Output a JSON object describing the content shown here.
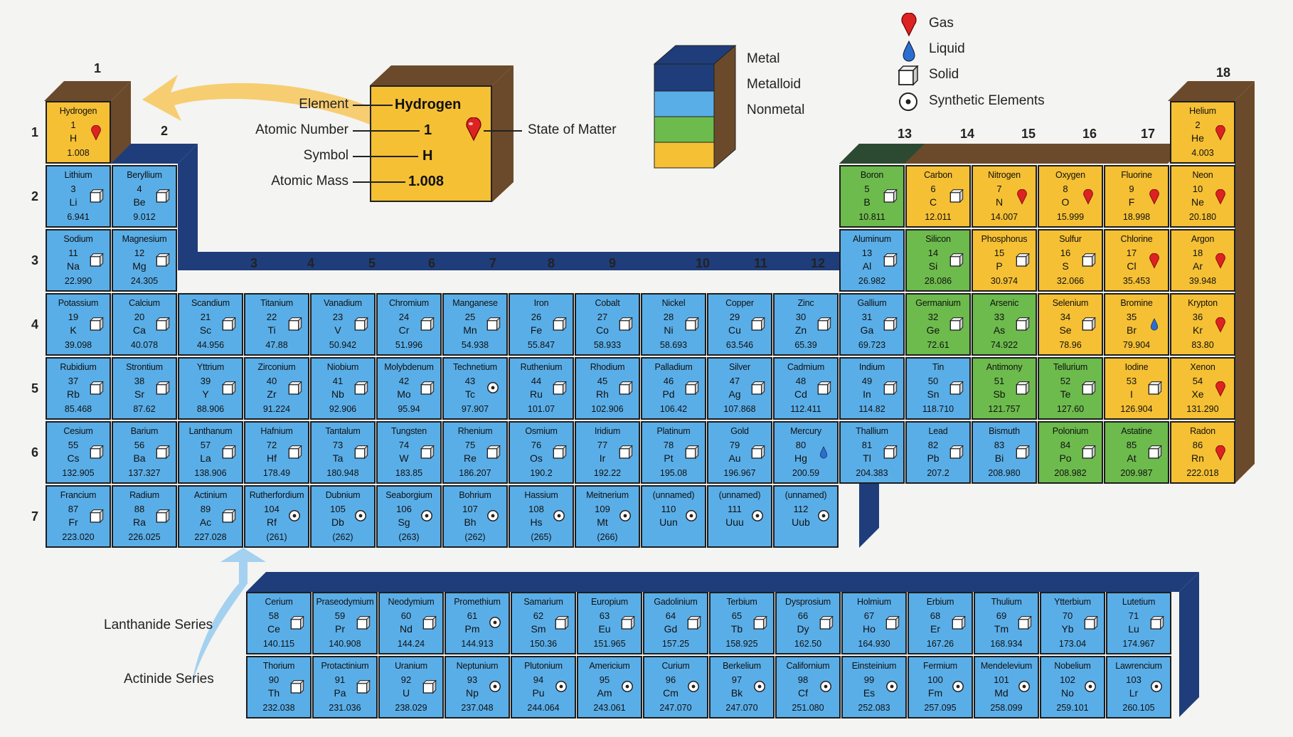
{
  "colors": {
    "metal": "#5aaee8",
    "metalloid": "#6dbb4d",
    "nonmetal": "#f5c034",
    "dark": "#1f3d7a",
    "side": "#6b4a2b"
  },
  "key": {
    "element_label": "Element",
    "element_value": "Hydrogen",
    "atomic_number_label": "Atomic Number",
    "atomic_number_value": "1",
    "symbol_label": "Symbol",
    "symbol_value": "H",
    "atomic_mass_label": "Atomic Mass",
    "atomic_mass_value": "1.008",
    "state_label": "State of Matter"
  },
  "legend_colors": {
    "metal": "Metal",
    "metalloid": "Metalloid",
    "nonmetal": "Nonmetal"
  },
  "legend_states": {
    "gas": "Gas",
    "liquid": "Liquid",
    "solid": "Solid",
    "synthetic": "Synthetic Elements"
  },
  "series": {
    "lanthanide": "Lanthanide Series",
    "actinide": "Actinide Series"
  },
  "groups": [
    "1",
    "2",
    "3",
    "4",
    "5",
    "6",
    "7",
    "8",
    "9",
    "10",
    "11",
    "12",
    "13",
    "14",
    "15",
    "16",
    "17",
    "18"
  ],
  "periods": [
    "1",
    "2",
    "3",
    "4",
    "5",
    "6",
    "7"
  ],
  "elements": [
    {
      "n": "Hydrogen",
      "z": "1",
      "s": "H",
      "m": "1.008",
      "g": 1,
      "p": 1,
      "c": "nonmetal",
      "st": "gas"
    },
    {
      "n": "Helium",
      "z": "2",
      "s": "He",
      "m": "4.003",
      "g": 18,
      "p": 1,
      "c": "nonmetal",
      "st": "gas"
    },
    {
      "n": "Lithium",
      "z": "3",
      "s": "Li",
      "m": "6.941",
      "g": 1,
      "p": 2,
      "c": "metal",
      "st": "solid"
    },
    {
      "n": "Beryllium",
      "z": "4",
      "s": "Be",
      "m": "9.012",
      "g": 2,
      "p": 2,
      "c": "metal",
      "st": "solid"
    },
    {
      "n": "Boron",
      "z": "5",
      "s": "B",
      "m": "10.811",
      "g": 13,
      "p": 2,
      "c": "green",
      "st": "solid"
    },
    {
      "n": "Carbon",
      "z": "6",
      "s": "C",
      "m": "12.011",
      "g": 14,
      "p": 2,
      "c": "nonmetal",
      "st": "solid"
    },
    {
      "n": "Nitrogen",
      "z": "7",
      "s": "N",
      "m": "14.007",
      "g": 15,
      "p": 2,
      "c": "nonmetal",
      "st": "gas"
    },
    {
      "n": "Oxygen",
      "z": "8",
      "s": "O",
      "m": "15.999",
      "g": 16,
      "p": 2,
      "c": "nonmetal",
      "st": "gas"
    },
    {
      "n": "Fluorine",
      "z": "9",
      "s": "F",
      "m": "18.998",
      "g": 17,
      "p": 2,
      "c": "nonmetal",
      "st": "gas"
    },
    {
      "n": "Neon",
      "z": "10",
      "s": "Ne",
      "m": "20.180",
      "g": 18,
      "p": 2,
      "c": "nonmetal",
      "st": "gas"
    },
    {
      "n": "Sodium",
      "z": "11",
      "s": "Na",
      "m": "22.990",
      "g": 1,
      "p": 3,
      "c": "metal",
      "st": "solid"
    },
    {
      "n": "Magnesium",
      "z": "12",
      "s": "Mg",
      "m": "24.305",
      "g": 2,
      "p": 3,
      "c": "metal",
      "st": "solid"
    },
    {
      "n": "Aluminum",
      "z": "13",
      "s": "Al",
      "m": "26.982",
      "g": 13,
      "p": 3,
      "c": "metal",
      "st": "solid"
    },
    {
      "n": "Silicon",
      "z": "14",
      "s": "Si",
      "m": "28.086",
      "g": 14,
      "p": 3,
      "c": "green",
      "st": "solid"
    },
    {
      "n": "Phosphorus",
      "z": "15",
      "s": "P",
      "m": "30.974",
      "g": 15,
      "p": 3,
      "c": "nonmetal",
      "st": "solid"
    },
    {
      "n": "Sulfur",
      "z": "16",
      "s": "S",
      "m": "32.066",
      "g": 16,
      "p": 3,
      "c": "nonmetal",
      "st": "solid"
    },
    {
      "n": "Chlorine",
      "z": "17",
      "s": "Cl",
      "m": "35.453",
      "g": 17,
      "p": 3,
      "c": "nonmetal",
      "st": "gas"
    },
    {
      "n": "Argon",
      "z": "18",
      "s": "Ar",
      "m": "39.948",
      "g": 18,
      "p": 3,
      "c": "nonmetal",
      "st": "gas"
    },
    {
      "n": "Potassium",
      "z": "19",
      "s": "K",
      "m": "39.098",
      "g": 1,
      "p": 4,
      "c": "metal",
      "st": "solid"
    },
    {
      "n": "Calcium",
      "z": "20",
      "s": "Ca",
      "m": "40.078",
      "g": 2,
      "p": 4,
      "c": "metal",
      "st": "solid"
    },
    {
      "n": "Scandium",
      "z": "21",
      "s": "Sc",
      "m": "44.956",
      "g": 3,
      "p": 4,
      "c": "metal",
      "st": "solid"
    },
    {
      "n": "Titanium",
      "z": "22",
      "s": "Ti",
      "m": "47.88",
      "g": 4,
      "p": 4,
      "c": "metal",
      "st": "solid"
    },
    {
      "n": "Vanadium",
      "z": "23",
      "s": "V",
      "m": "50.942",
      "g": 5,
      "p": 4,
      "c": "metal",
      "st": "solid"
    },
    {
      "n": "Chromium",
      "z": "24",
      "s": "Cr",
      "m": "51.996",
      "g": 6,
      "p": 4,
      "c": "metal",
      "st": "solid"
    },
    {
      "n": "Manganese",
      "z": "25",
      "s": "Mn",
      "m": "54.938",
      "g": 7,
      "p": 4,
      "c": "metal",
      "st": "solid"
    },
    {
      "n": "Iron",
      "z": "26",
      "s": "Fe",
      "m": "55.847",
      "g": 8,
      "p": 4,
      "c": "metal",
      "st": "solid"
    },
    {
      "n": "Cobalt",
      "z": "27",
      "s": "Co",
      "m": "58.933",
      "g": 9,
      "p": 4,
      "c": "metal",
      "st": "solid"
    },
    {
      "n": "Nickel",
      "z": "28",
      "s": "Ni",
      "m": "58.693",
      "g": 10,
      "p": 4,
      "c": "metal",
      "st": "solid"
    },
    {
      "n": "Copper",
      "z": "29",
      "s": "Cu",
      "m": "63.546",
      "g": 11,
      "p": 4,
      "c": "metal",
      "st": "solid"
    },
    {
      "n": "Zinc",
      "z": "30",
      "s": "Zn",
      "m": "65.39",
      "g": 12,
      "p": 4,
      "c": "metal",
      "st": "solid"
    },
    {
      "n": "Gallium",
      "z": "31",
      "s": "Ga",
      "m": "69.723",
      "g": 13,
      "p": 4,
      "c": "metal",
      "st": "solid"
    },
    {
      "n": "Germanium",
      "z": "32",
      "s": "Ge",
      "m": "72.61",
      "g": 14,
      "p": 4,
      "c": "green",
      "st": "solid"
    },
    {
      "n": "Arsenic",
      "z": "33",
      "s": "As",
      "m": "74.922",
      "g": 15,
      "p": 4,
      "c": "green",
      "st": "solid"
    },
    {
      "n": "Selenium",
      "z": "34",
      "s": "Se",
      "m": "78.96",
      "g": 16,
      "p": 4,
      "c": "nonmetal",
      "st": "solid"
    },
    {
      "n": "Bromine",
      "z": "35",
      "s": "Br",
      "m": "79.904",
      "g": 17,
      "p": 4,
      "c": "nonmetal",
      "st": "liquid"
    },
    {
      "n": "Krypton",
      "z": "36",
      "s": "Kr",
      "m": "83.80",
      "g": 18,
      "p": 4,
      "c": "nonmetal",
      "st": "gas"
    },
    {
      "n": "Rubidium",
      "z": "37",
      "s": "Rb",
      "m": "85.468",
      "g": 1,
      "p": 5,
      "c": "metal",
      "st": "solid"
    },
    {
      "n": "Strontium",
      "z": "38",
      "s": "Sr",
      "m": "87.62",
      "g": 2,
      "p": 5,
      "c": "metal",
      "st": "solid"
    },
    {
      "n": "Yttrium",
      "z": "39",
      "s": "Y",
      "m": "88.906",
      "g": 3,
      "p": 5,
      "c": "metal",
      "st": "solid"
    },
    {
      "n": "Zirconium",
      "z": "40",
      "s": "Zr",
      "m": "91.224",
      "g": 4,
      "p": 5,
      "c": "metal",
      "st": "solid"
    },
    {
      "n": "Niobium",
      "z": "41",
      "s": "Nb",
      "m": "92.906",
      "g": 5,
      "p": 5,
      "c": "metal",
      "st": "solid"
    },
    {
      "n": "Molybdenum",
      "z": "42",
      "s": "Mo",
      "m": "95.94",
      "g": 6,
      "p": 5,
      "c": "metal",
      "st": "solid"
    },
    {
      "n": "Technetium",
      "z": "43",
      "s": "Tc",
      "m": "97.907",
      "g": 7,
      "p": 5,
      "c": "metal",
      "st": "synthetic"
    },
    {
      "n": "Ruthenium",
      "z": "44",
      "s": "Ru",
      "m": "101.07",
      "g": 8,
      "p": 5,
      "c": "metal",
      "st": "solid"
    },
    {
      "n": "Rhodium",
      "z": "45",
      "s": "Rh",
      "m": "102.906",
      "g": 9,
      "p": 5,
      "c": "metal",
      "st": "solid"
    },
    {
      "n": "Palladium",
      "z": "46",
      "s": "Pd",
      "m": "106.42",
      "g": 10,
      "p": 5,
      "c": "metal",
      "st": "solid"
    },
    {
      "n": "Silver",
      "z": "47",
      "s": "Ag",
      "m": "107.868",
      "g": 11,
      "p": 5,
      "c": "metal",
      "st": "solid"
    },
    {
      "n": "Cadmium",
      "z": "48",
      "s": "Cd",
      "m": "112.411",
      "g": 12,
      "p": 5,
      "c": "metal",
      "st": "solid"
    },
    {
      "n": "Indium",
      "z": "49",
      "s": "In",
      "m": "114.82",
      "g": 13,
      "p": 5,
      "c": "metal",
      "st": "solid"
    },
    {
      "n": "Tin",
      "z": "50",
      "s": "Sn",
      "m": "118.710",
      "g": 14,
      "p": 5,
      "c": "metal",
      "st": "solid"
    },
    {
      "n": "Antimony",
      "z": "51",
      "s": "Sb",
      "m": "121.757",
      "g": 15,
      "p": 5,
      "c": "green",
      "st": "solid"
    },
    {
      "n": "Tellurium",
      "z": "52",
      "s": "Te",
      "m": "127.60",
      "g": 16,
      "p": 5,
      "c": "green",
      "st": "solid"
    },
    {
      "n": "Iodine",
      "z": "53",
      "s": "I",
      "m": "126.904",
      "g": 17,
      "p": 5,
      "c": "nonmetal",
      "st": "solid"
    },
    {
      "n": "Xenon",
      "z": "54",
      "s": "Xe",
      "m": "131.290",
      "g": 18,
      "p": 5,
      "c": "nonmetal",
      "st": "gas"
    },
    {
      "n": "Cesium",
      "z": "55",
      "s": "Cs",
      "m": "132.905",
      "g": 1,
      "p": 6,
      "c": "metal",
      "st": "solid"
    },
    {
      "n": "Barium",
      "z": "56",
      "s": "Ba",
      "m": "137.327",
      "g": 2,
      "p": 6,
      "c": "metal",
      "st": "solid"
    },
    {
      "n": "Lanthanum",
      "z": "57",
      "s": "La",
      "m": "138.906",
      "g": 3,
      "p": 6,
      "c": "metal",
      "st": "solid"
    },
    {
      "n": "Hafnium",
      "z": "72",
      "s": "Hf",
      "m": "178.49",
      "g": 4,
      "p": 6,
      "c": "metal",
      "st": "solid"
    },
    {
      "n": "Tantalum",
      "z": "73",
      "s": "Ta",
      "m": "180.948",
      "g": 5,
      "p": 6,
      "c": "metal",
      "st": "solid"
    },
    {
      "n": "Tungsten",
      "z": "74",
      "s": "W",
      "m": "183.85",
      "g": 6,
      "p": 6,
      "c": "metal",
      "st": "solid"
    },
    {
      "n": "Rhenium",
      "z": "75",
      "s": "Re",
      "m": "186.207",
      "g": 7,
      "p": 6,
      "c": "metal",
      "st": "solid"
    },
    {
      "n": "Osmium",
      "z": "76",
      "s": "Os",
      "m": "190.2",
      "g": 8,
      "p": 6,
      "c": "metal",
      "st": "solid"
    },
    {
      "n": "Iridium",
      "z": "77",
      "s": "Ir",
      "m": "192.22",
      "g": 9,
      "p": 6,
      "c": "metal",
      "st": "solid"
    },
    {
      "n": "Platinum",
      "z": "78",
      "s": "Pt",
      "m": "195.08",
      "g": 10,
      "p": 6,
      "c": "metal",
      "st": "solid"
    },
    {
      "n": "Gold",
      "z": "79",
      "s": "Au",
      "m": "196.967",
      "g": 11,
      "p": 6,
      "c": "metal",
      "st": "solid"
    },
    {
      "n": "Mercury",
      "z": "80",
      "s": "Hg",
      "m": "200.59",
      "g": 12,
      "p": 6,
      "c": "metal",
      "st": "liquid"
    },
    {
      "n": "Thallium",
      "z": "81",
      "s": "Tl",
      "m": "204.383",
      "g": 13,
      "p": 6,
      "c": "metal",
      "st": "solid"
    },
    {
      "n": "Lead",
      "z": "82",
      "s": "Pb",
      "m": "207.2",
      "g": 14,
      "p": 6,
      "c": "metal",
      "st": "solid"
    },
    {
      "n": "Bismuth",
      "z": "83",
      "s": "Bi",
      "m": "208.980",
      "g": 15,
      "p": 6,
      "c": "metal",
      "st": "solid"
    },
    {
      "n": "Polonium",
      "z": "84",
      "s": "Po",
      "m": "208.982",
      "g": 16,
      "p": 6,
      "c": "green",
      "st": "solid"
    },
    {
      "n": "Astatine",
      "z": "85",
      "s": "At",
      "m": "209.987",
      "g": 17,
      "p": 6,
      "c": "green",
      "st": "solid"
    },
    {
      "n": "Radon",
      "z": "86",
      "s": "Rn",
      "m": "222.018",
      "g": 18,
      "p": 6,
      "c": "nonmetal",
      "st": "gas"
    },
    {
      "n": "Francium",
      "z": "87",
      "s": "Fr",
      "m": "223.020",
      "g": 1,
      "p": 7,
      "c": "metal",
      "st": "solid"
    },
    {
      "n": "Radium",
      "z": "88",
      "s": "Ra",
      "m": "226.025",
      "g": 2,
      "p": 7,
      "c": "metal",
      "st": "solid"
    },
    {
      "n": "Actinium",
      "z": "89",
      "s": "Ac",
      "m": "227.028",
      "g": 3,
      "p": 7,
      "c": "metal",
      "st": "solid"
    },
    {
      "n": "Rutherfordium",
      "z": "104",
      "s": "Rf",
      "m": "(261)",
      "g": 4,
      "p": 7,
      "c": "metal",
      "st": "synthetic"
    },
    {
      "n": "Dubnium",
      "z": "105",
      "s": "Db",
      "m": "(262)",
      "g": 5,
      "p": 7,
      "c": "metal",
      "st": "synthetic"
    },
    {
      "n": "Seaborgium",
      "z": "106",
      "s": "Sg",
      "m": "(263)",
      "g": 6,
      "p": 7,
      "c": "metal",
      "st": "synthetic"
    },
    {
      "n": "Bohrium",
      "z": "107",
      "s": "Bh",
      "m": "(262)",
      "g": 7,
      "p": 7,
      "c": "metal",
      "st": "synthetic"
    },
    {
      "n": "Hassium",
      "z": "108",
      "s": "Hs",
      "m": "(265)",
      "g": 8,
      "p": 7,
      "c": "metal",
      "st": "synthetic"
    },
    {
      "n": "Meitnerium",
      "z": "109",
      "s": "Mt",
      "m": "(266)",
      "g": 9,
      "p": 7,
      "c": "metal",
      "st": "synthetic"
    },
    {
      "n": "(unnamed)",
      "z": "110",
      "s": "Uun",
      "m": "",
      "g": 10,
      "p": 7,
      "c": "metal",
      "st": "synthetic"
    },
    {
      "n": "(unnamed)",
      "z": "111",
      "s": "Uuu",
      "m": "",
      "g": 11,
      "p": 7,
      "c": "metal",
      "st": "synthetic"
    },
    {
      "n": "(unnamed)",
      "z": "112",
      "s": "Uub",
      "m": "",
      "g": 12,
      "p": 7,
      "c": "metal",
      "st": "synthetic"
    }
  ],
  "lanthanides": [
    {
      "n": "Cerium",
      "z": "58",
      "s": "Ce",
      "m": "140.115",
      "st": "solid"
    },
    {
      "n": "Praseodymium",
      "z": "59",
      "s": "Pr",
      "m": "140.908",
      "st": "solid"
    },
    {
      "n": "Neodymium",
      "z": "60",
      "s": "Nd",
      "m": "144.24",
      "st": "solid"
    },
    {
      "n": "Promethium",
      "z": "61",
      "s": "Pm",
      "m": "144.913",
      "st": "synthetic"
    },
    {
      "n": "Samarium",
      "z": "62",
      "s": "Sm",
      "m": "150.36",
      "st": "solid"
    },
    {
      "n": "Europium",
      "z": "63",
      "s": "Eu",
      "m": "151.965",
      "st": "solid"
    },
    {
      "n": "Gadolinium",
      "z": "64",
      "s": "Gd",
      "m": "157.25",
      "st": "solid"
    },
    {
      "n": "Terbium",
      "z": "65",
      "s": "Tb",
      "m": "158.925",
      "st": "solid"
    },
    {
      "n": "Dysprosium",
      "z": "66",
      "s": "Dy",
      "m": "162.50",
      "st": "solid"
    },
    {
      "n": "Holmium",
      "z": "67",
      "s": "Ho",
      "m": "164.930",
      "st": "solid"
    },
    {
      "n": "Erbium",
      "z": "68",
      "s": "Er",
      "m": "167.26",
      "st": "solid"
    },
    {
      "n": "Thulium",
      "z": "69",
      "s": "Tm",
      "m": "168.934",
      "st": "solid"
    },
    {
      "n": "Ytterbium",
      "z": "70",
      "s": "Yb",
      "m": "173.04",
      "st": "solid"
    },
    {
      "n": "Lutetium",
      "z": "71",
      "s": "Lu",
      "m": "174.967",
      "st": "solid"
    }
  ],
  "actinides": [
    {
      "n": "Thorium",
      "z": "90",
      "s": "Th",
      "m": "232.038",
      "st": "solid"
    },
    {
      "n": "Protactinium",
      "z": "91",
      "s": "Pa",
      "m": "231.036",
      "st": "solid"
    },
    {
      "n": "Uranium",
      "z": "92",
      "s": "U",
      "m": "238.029",
      "st": "solid"
    },
    {
      "n": "Neptunium",
      "z": "93",
      "s": "Np",
      "m": "237.048",
      "st": "synthetic"
    },
    {
      "n": "Plutonium",
      "z": "94",
      "s": "Pu",
      "m": "244.064",
      "st": "synthetic"
    },
    {
      "n": "Americium",
      "z": "95",
      "s": "Am",
      "m": "243.061",
      "st": "synthetic"
    },
    {
      "n": "Curium",
      "z": "96",
      "s": "Cm",
      "m": "247.070",
      "st": "synthetic"
    },
    {
      "n": "Berkelium",
      "z": "97",
      "s": "Bk",
      "m": "247.070",
      "st": "synthetic"
    },
    {
      "n": "Californium",
      "z": "98",
      "s": "Cf",
      "m": "251.080",
      "st": "synthetic"
    },
    {
      "n": "Einsteinium",
      "z": "99",
      "s": "Es",
      "m": "252.083",
      "st": "synthetic"
    },
    {
      "n": "Fermium",
      "z": "100",
      "s": "Fm",
      "m": "257.095",
      "st": "synthetic"
    },
    {
      "n": "Mendelevium",
      "z": "101",
      "s": "Md",
      "m": "258.099",
      "st": "synthetic"
    },
    {
      "n": "Nobelium",
      "z": "102",
      "s": "No",
      "m": "259.101",
      "st": "synthetic"
    },
    {
      "n": "Lawrencium",
      "z": "103",
      "s": "Lr",
      "m": "260.105",
      "st": "synthetic"
    }
  ]
}
